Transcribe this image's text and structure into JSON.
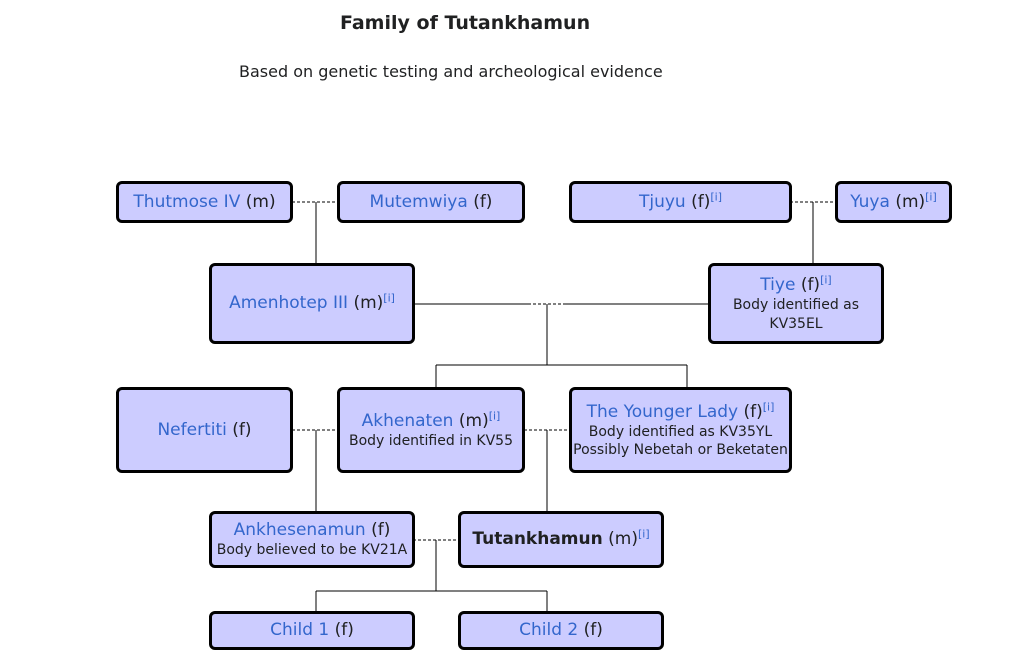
{
  "title": "Family of Tutankhamun",
  "subtitle": "Based on genetic testing and archeological evidence",
  "ref_mark": "[i]",
  "people": {
    "thutmose": {
      "name": "Thutmose IV",
      "sex": "(m)"
    },
    "mutemwiya": {
      "name": "Mutemwiya",
      "sex": "(f)"
    },
    "tjuyu": {
      "name": "Tjuyu",
      "sex": "(f)"
    },
    "yuya": {
      "name": "Yuya",
      "sex": "(m)"
    },
    "amenhotep": {
      "name": "Amenhotep III",
      "sex": "(m)"
    },
    "tiye": {
      "name": "Tiye",
      "sex": "(f)",
      "note1": "Body identified as",
      "note2": "KV35EL"
    },
    "nefertiti": {
      "name": "Nefertiti",
      "sex": "(f)"
    },
    "akhenaten": {
      "name": "Akhenaten",
      "sex": "(m)",
      "note1": "Body identified in KV55"
    },
    "younger_lady": {
      "name": "The Younger Lady",
      "sex": "(f)",
      "note1": "Body identified as KV35YL",
      "note2": "Possibly Nebetah or Beketaten"
    },
    "ankhesenamun": {
      "name": "Ankhesenamun",
      "sex": "(f)",
      "note1": "Body believed to be KV21A"
    },
    "tutankhamun": {
      "name": "Tutankhamun",
      "sex": "(m)"
    },
    "child1": {
      "name": "Child 1",
      "sex": "(f)"
    },
    "child2": {
      "name": "Child 2",
      "sex": "(f)"
    }
  }
}
